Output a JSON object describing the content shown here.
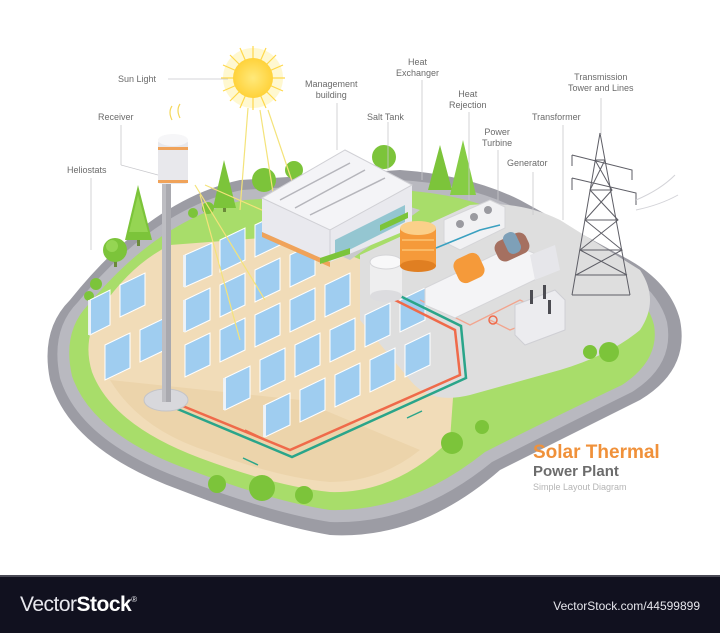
{
  "diagram": {
    "title": "Solar Thermal",
    "subtitle": "Power Plant",
    "caption": "Simple Layout Diagram",
    "labels": [
      {
        "id": "sun-light",
        "lines": [
          "Sun Light"
        ]
      },
      {
        "id": "receiver",
        "lines": [
          "Receiver"
        ]
      },
      {
        "id": "heliostats",
        "lines": [
          "Heliostats"
        ]
      },
      {
        "id": "management-building",
        "lines": [
          "Management",
          "building"
        ]
      },
      {
        "id": "salt-tank",
        "lines": [
          "Salt Tank"
        ]
      },
      {
        "id": "heat-exchanger",
        "lines": [
          "Heat",
          "Exchanger"
        ]
      },
      {
        "id": "heat-rejection",
        "lines": [
          "Heat",
          "Rejection"
        ]
      },
      {
        "id": "power-turbine",
        "lines": [
          "Power",
          "Turbine"
        ]
      },
      {
        "id": "generator",
        "lines": [
          "Generator"
        ]
      },
      {
        "id": "transformer",
        "lines": [
          "Transformer"
        ]
      },
      {
        "id": "transmission-tower",
        "lines": [
          "Transmission",
          "Tower and Lines"
        ]
      }
    ],
    "colors": {
      "title_orange": "#f0913a",
      "subtitle_gray": "#6c6c6c",
      "grass": "#a8dd6a",
      "road": "#9c9ca4",
      "sand": "#f1dcb8",
      "mirror": "#9fcdf0",
      "hot_pipe": "#ef6a4a",
      "cold_pipe": "#2aa58a",
      "sun": "#ffd84a"
    }
  },
  "footer": {
    "brand_light": "Vector",
    "brand_bold": "Stock",
    "brand_mark": "®",
    "stock_id": "VectorStock.com/44599899"
  }
}
